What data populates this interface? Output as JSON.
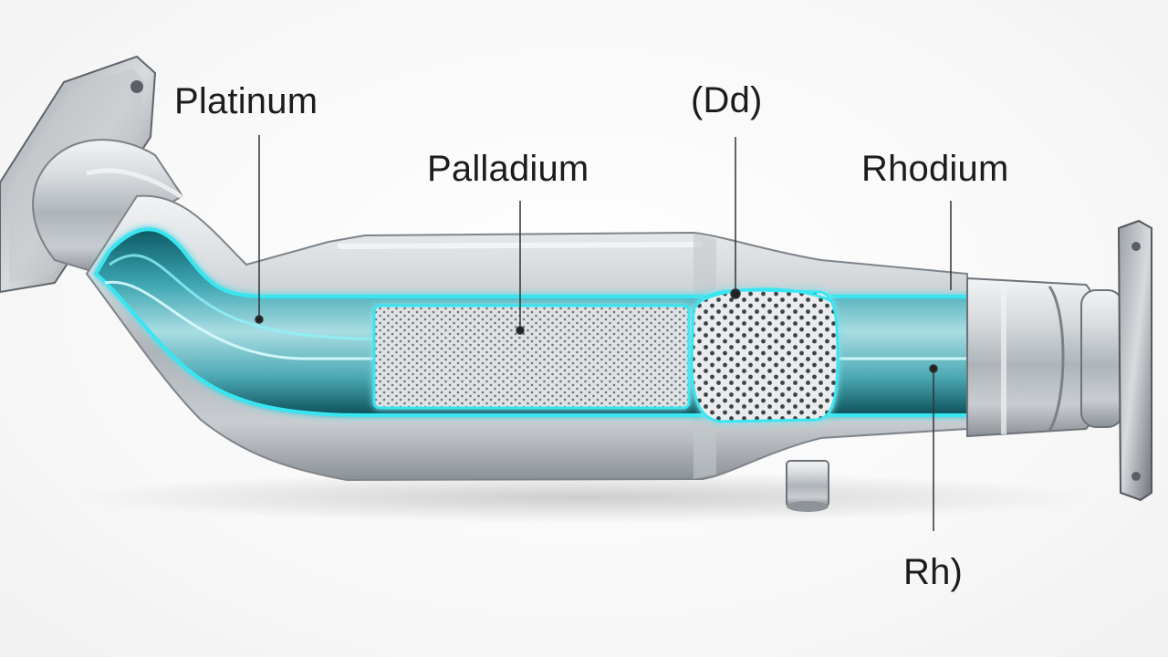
{
  "diagram": {
    "labels": {
      "platinum": "Platinum",
      "palladium": "Palladium",
      "dd": "(Dd)",
      "rhodium": "Rhodium",
      "rh": "Rh)"
    }
  },
  "colors": {
    "steel_light": "#e4e7ea",
    "steel_mid": "#b5bbc0",
    "steel_dark": "#7b8086",
    "glow": "#39e6f2",
    "flow_dark": "#0f6e78",
    "text": "#1c1c1c"
  }
}
